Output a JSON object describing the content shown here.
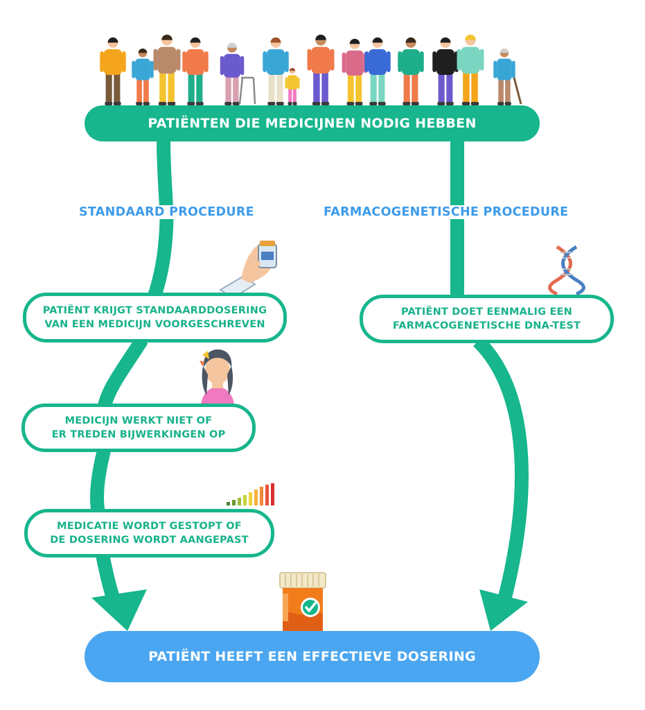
{
  "diagram": {
    "top_label": "PATIËNTEN DIE MEDICIJNEN NODIG HEBBEN",
    "bottom_label": "PATIËNT HEEFT EEN EFFECTIEVE DOSERING",
    "left_branch": {
      "title": "STANDAARD PROCEDURE",
      "steps": [
        {
          "line1": "PATIËNT KRIJGT STANDAARDDOSERING",
          "line2": "VAN EEN MEDICIJN VOORGESCHREVEN"
        },
        {
          "line1": "MEDICIJN WERKT NIET OF",
          "line2": "ER TREDEN BIJWERKINGEN OP"
        },
        {
          "line1": "MEDICATIE WORDT GESTOPT OF",
          "line2": "DE DOSERING WORDT AANGEPAST"
        }
      ]
    },
    "right_branch": {
      "title": "FARMACOGENETISCHE PROCEDURE",
      "steps": [
        {
          "line1": "PATIËNT DOET EENMALIG EEN",
          "line2": "FARMACOGENETISCHE DNA-TEST"
        }
      ]
    },
    "icons": [
      "people-crowd-illustration",
      "hand-holding-pill-bottle-icon",
      "dna-helix-icon",
      "headache-woman-icon",
      "dosage-level-bars-icon",
      "pill-bottle-checkmark-icon"
    ],
    "colors": {
      "green": "#17b68d",
      "blue": "#3d9be9",
      "bottom_bar": "#4aa6f0"
    }
  }
}
